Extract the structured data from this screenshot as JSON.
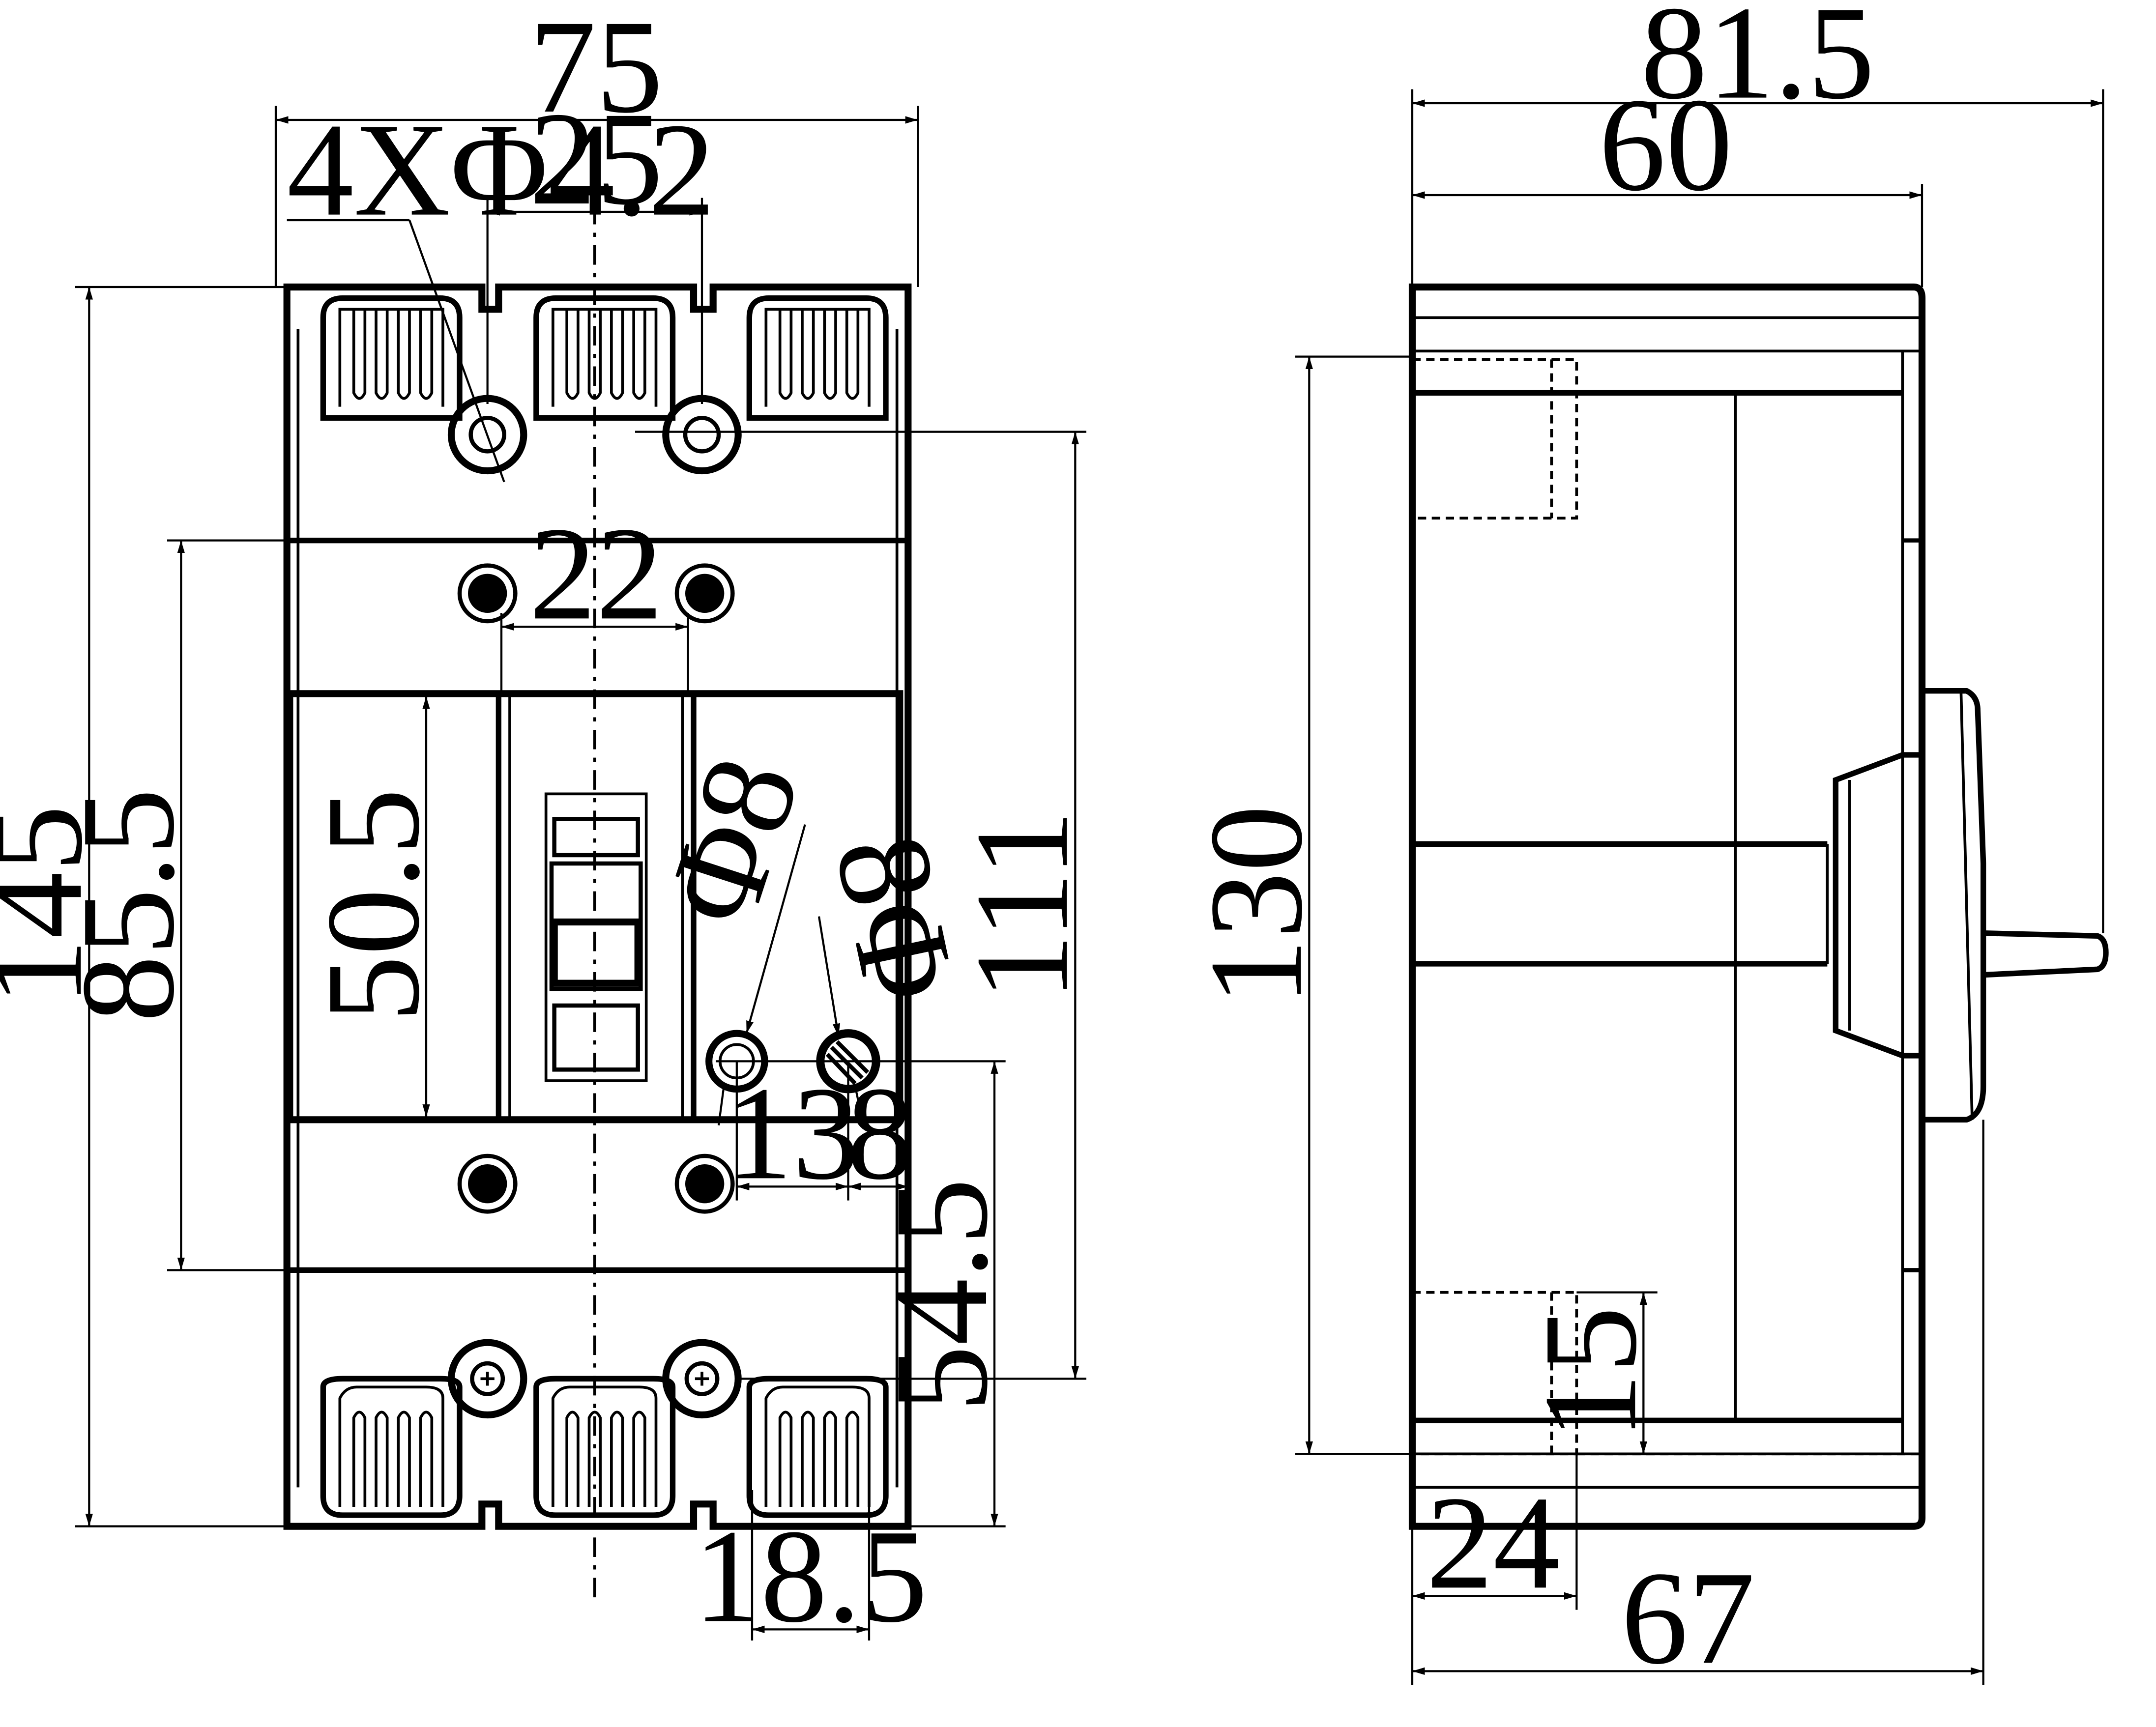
{
  "front_view": {
    "overall_width": "75",
    "hole_spacing_top": "25",
    "mounting_holes": "4XΦ4.2",
    "overall_height": "145",
    "cover_height": "85.5",
    "handle_window_height": "50.5",
    "screw_spacing": "22",
    "mounting_height": "111",
    "indicator_hole": "Φ8",
    "screw_hole": "8Φ",
    "offset_13": "13",
    "offset_8": "8",
    "lower_height": "54.5",
    "terminal_width": "18.5"
  },
  "side_view": {
    "overall_depth": "81.5",
    "body_depth": "60",
    "height": "130",
    "terminal_depth": "15",
    "terminal_offset": "24",
    "depth_to_handle": "67"
  }
}
